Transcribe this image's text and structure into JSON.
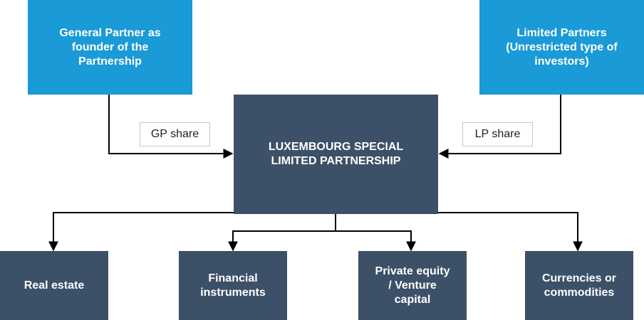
{
  "diagram": {
    "general_partner": "General Partner as\nfounder of the\nPartnership",
    "limited_partners": "Limited Partners\n(Unrestricted type of\ninvestors)",
    "center": "LUXEMBOURG SPECIAL\nLIMITED PARTNERSHIP",
    "gp_share_label": "GP share",
    "lp_share_label": "LP share",
    "assets": [
      "Real estate",
      "Financial\ninstruments",
      "Private equity\n/ Venture\ncapital",
      "Currencies or\ncommodities"
    ]
  },
  "colors": {
    "blue_box": "#1a9ad6",
    "navy_box": "#3c5068",
    "connector": "#000000"
  }
}
